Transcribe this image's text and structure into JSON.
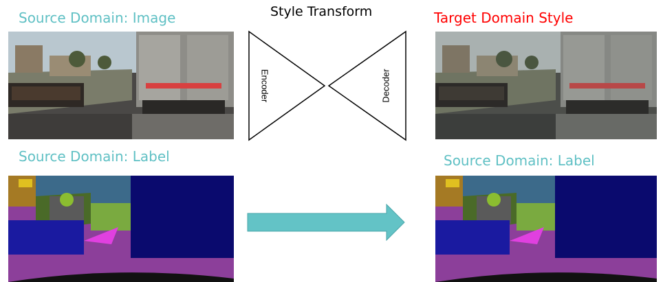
{
  "labels": {
    "source_image": "Source Domain: Image",
    "style_transform": "Style Transform",
    "target_style": "Target Domain Style",
    "source_label_left": "Source Domain: Label",
    "source_label_right": "Source Domain: Label",
    "encoder": "Encoder",
    "decoder": "Decoder"
  },
  "colors": {
    "teal_text": "#5fc0c4",
    "red_text": "#ff0000",
    "arrow_fill": "#63c3c6",
    "seg_road": "#8c3f9a",
    "seg_vehicle": "#0a0a6e",
    "seg_car": "#1a1aa0"
  },
  "icons": {
    "arrow": "right-arrow-icon"
  }
}
